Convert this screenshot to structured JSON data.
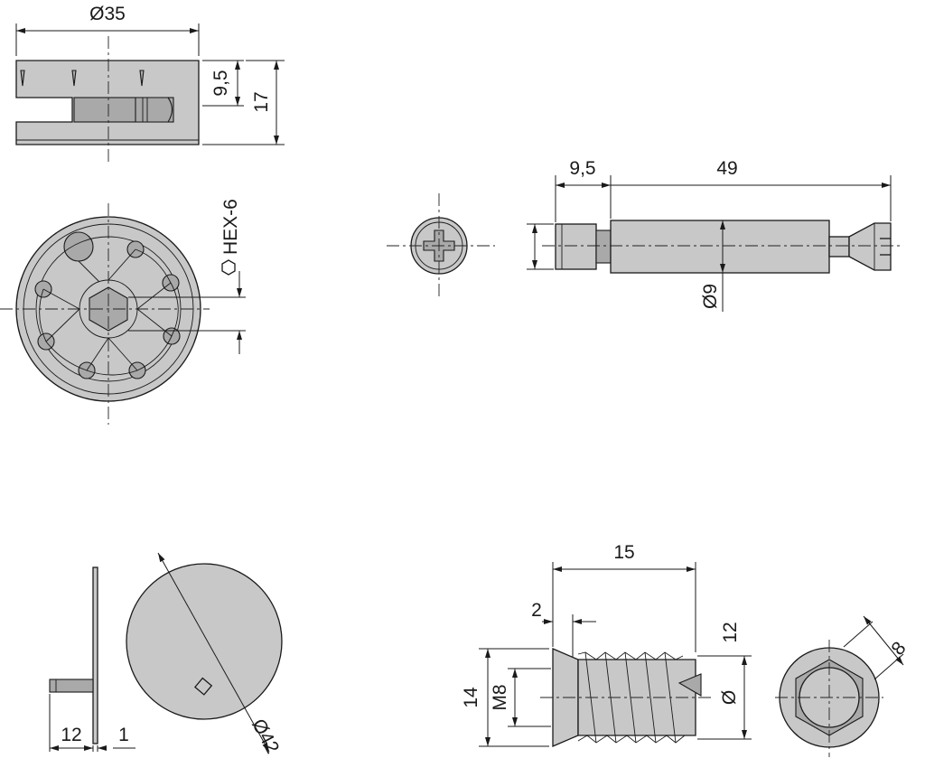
{
  "dimensions": {
    "cam_diameter": "Ø35",
    "cam_groove_depth": "9,5",
    "cam_height": "17",
    "hex_key": "HEX-6",
    "bolt_thread_length": "9,5",
    "bolt_length": "49",
    "bolt_diameter": "Ø9",
    "cap_offset": "12",
    "cap_thickness": "1",
    "cap_diameter": "Ø42",
    "insert_length": "15",
    "insert_head": "2",
    "insert_height": "14",
    "insert_thread": "M8",
    "insert_major": "12",
    "insert_diameter_symbol": "Ø",
    "insert_hex": "8"
  },
  "colors": {
    "part_fill": "#c8c8c8",
    "line": "#1a1a1a"
  }
}
